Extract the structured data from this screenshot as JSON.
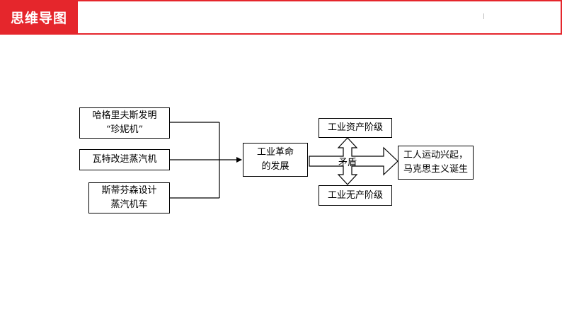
{
  "header": {
    "title": "思维导图"
  },
  "causes": [
    {
      "line1": "哈格里夫斯发明",
      "line2": "“珍妮机”"
    },
    {
      "line1": "瓦特改进蒸汽机",
      "line2": ""
    },
    {
      "line1": "斯蒂芬森设计",
      "line2": "蒸汽机车"
    }
  ],
  "center": {
    "line1": "工业革命",
    "line2": "的发展"
  },
  "classes": {
    "top": "工业资产阶级",
    "bottom": "工业无产阶级"
  },
  "contradiction": "矛盾",
  "result": {
    "line1": "工人运动兴起，",
    "line2": "马克思主义诞生"
  }
}
